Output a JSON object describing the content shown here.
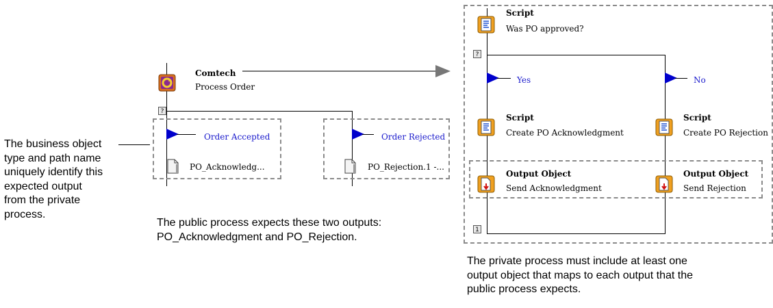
{
  "left_annotation": {
    "lines": [
      "The business object",
      "type and path name",
      "uniquely identify this",
      "expected output",
      "from the private",
      "process."
    ]
  },
  "public_process": {
    "node": {
      "title": "Comtech",
      "subtitle": "Process Order"
    },
    "badge": "?",
    "branches": [
      {
        "label": "Order Accepted",
        "output": "PO_Acknowledg..."
      },
      {
        "label": "Order Rejected",
        "output": "PO_Rejection.1 -..."
      }
    ]
  },
  "public_annotation": {
    "lines": [
      "The public process expects these two outputs:",
      "PO_Acknowledgment and PO_Rejection."
    ]
  },
  "private_process": {
    "top_node": {
      "title": "Script",
      "subtitle": "Was PO approved?"
    },
    "badge_top": "?",
    "badge_bottom": "1",
    "branch_yes": {
      "label": "Yes",
      "script_title": "Script",
      "script_subtitle": "Create PO Acknowledgment",
      "output_title": "Output Object",
      "output_subtitle": "Send Acknowledgment"
    },
    "branch_no": {
      "label": "No",
      "script_title": "Script",
      "script_subtitle": "Create PO Rejection",
      "output_title": "Output Object",
      "output_subtitle": "Send Rejection"
    }
  },
  "private_annotation": {
    "lines": [
      "The private process must include at least one",
      "output object that maps to each output that the",
      "public process expects."
    ]
  },
  "colors": {
    "branch_text": "#1a1acc",
    "flag": "#0000cc",
    "dash_border": "#8a8a8a",
    "icon_orange": "#f0a020",
    "arrow": "#777777"
  }
}
